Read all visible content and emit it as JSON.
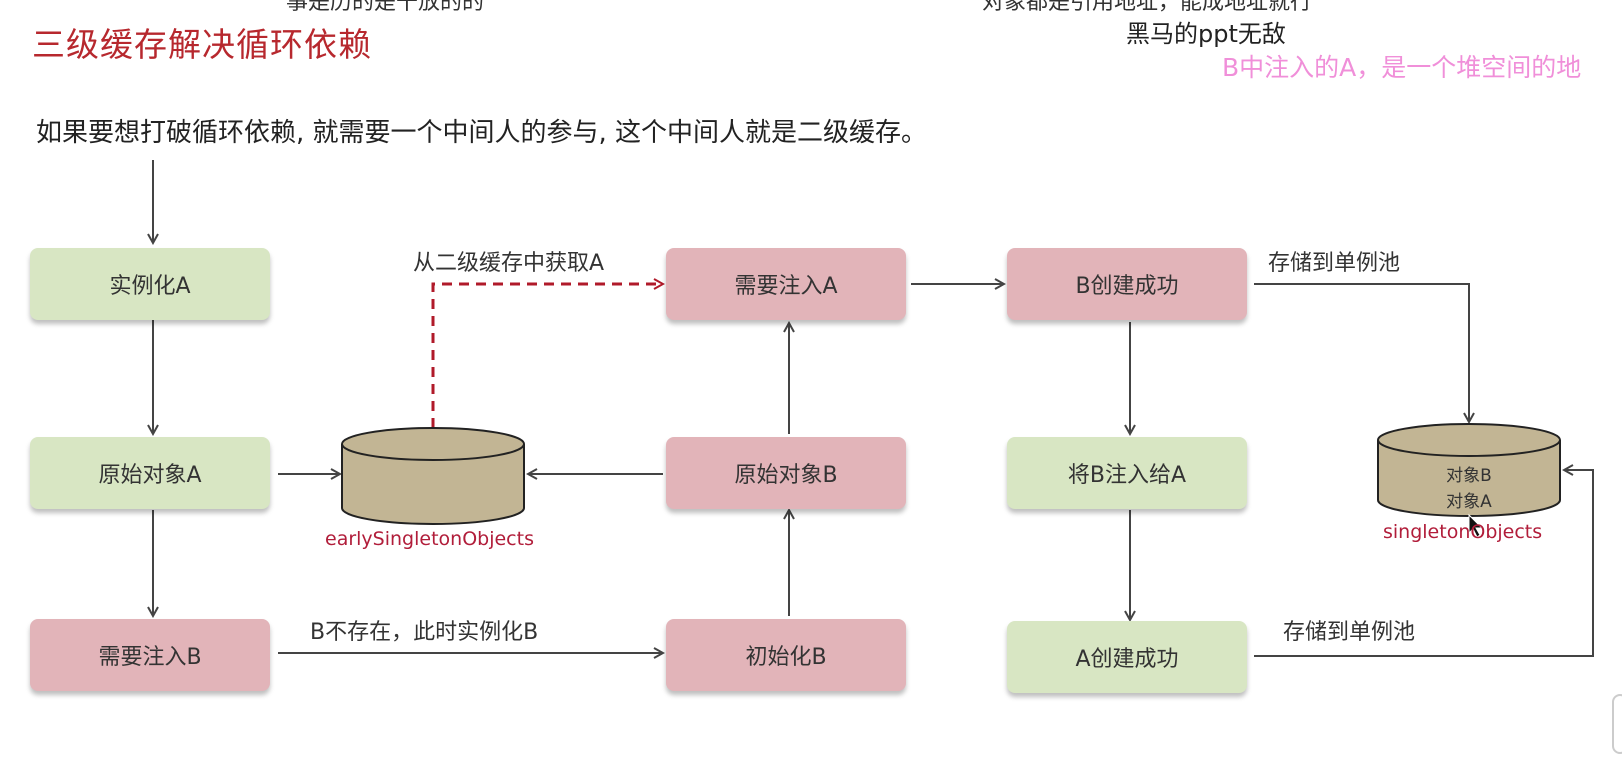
{
  "title": "三级缓存解决循环依赖",
  "subtitle": "如果要想打破循环依赖, 就需要一个中间人的参与, 这个中间人就是二级缓存。",
  "overlay": {
    "top_left": "事是历的是干放的的",
    "top_right": "对象都是引用地址，能成地址就行",
    "line1": "黑马的ppt无敌",
    "line2": "B中注入的A，是一个堆空间的地"
  },
  "nodes": {
    "instA": "实例化A",
    "rawA": "原始对象A",
    "needB": "需要注入B",
    "needA": "需要注入A",
    "rawB": "原始对象B",
    "initB": "初始化B",
    "bDone": "B创建成功",
    "injectBA": "将B注入给A",
    "aDone": "A创建成功"
  },
  "caches": {
    "early": {
      "name": "earlySingletonObjects"
    },
    "singleton": {
      "name": "singletonObjects",
      "items": [
        "对象B",
        "对象A"
      ]
    }
  },
  "edges": {
    "fromEarly": "从二级缓存中获取A",
    "bMissing": "B不存在，此时实例化B",
    "storeB": "存储到单例池",
    "storeA": "存储到单例池"
  },
  "colors": {
    "title": "#b7282e",
    "green_box": "#d8e6c3",
    "pink_box": "#e2b4b9",
    "cylinder": "#c2b594",
    "dashed_arrow": "#b01a2a",
    "cache_label": "#b11d3a"
  }
}
